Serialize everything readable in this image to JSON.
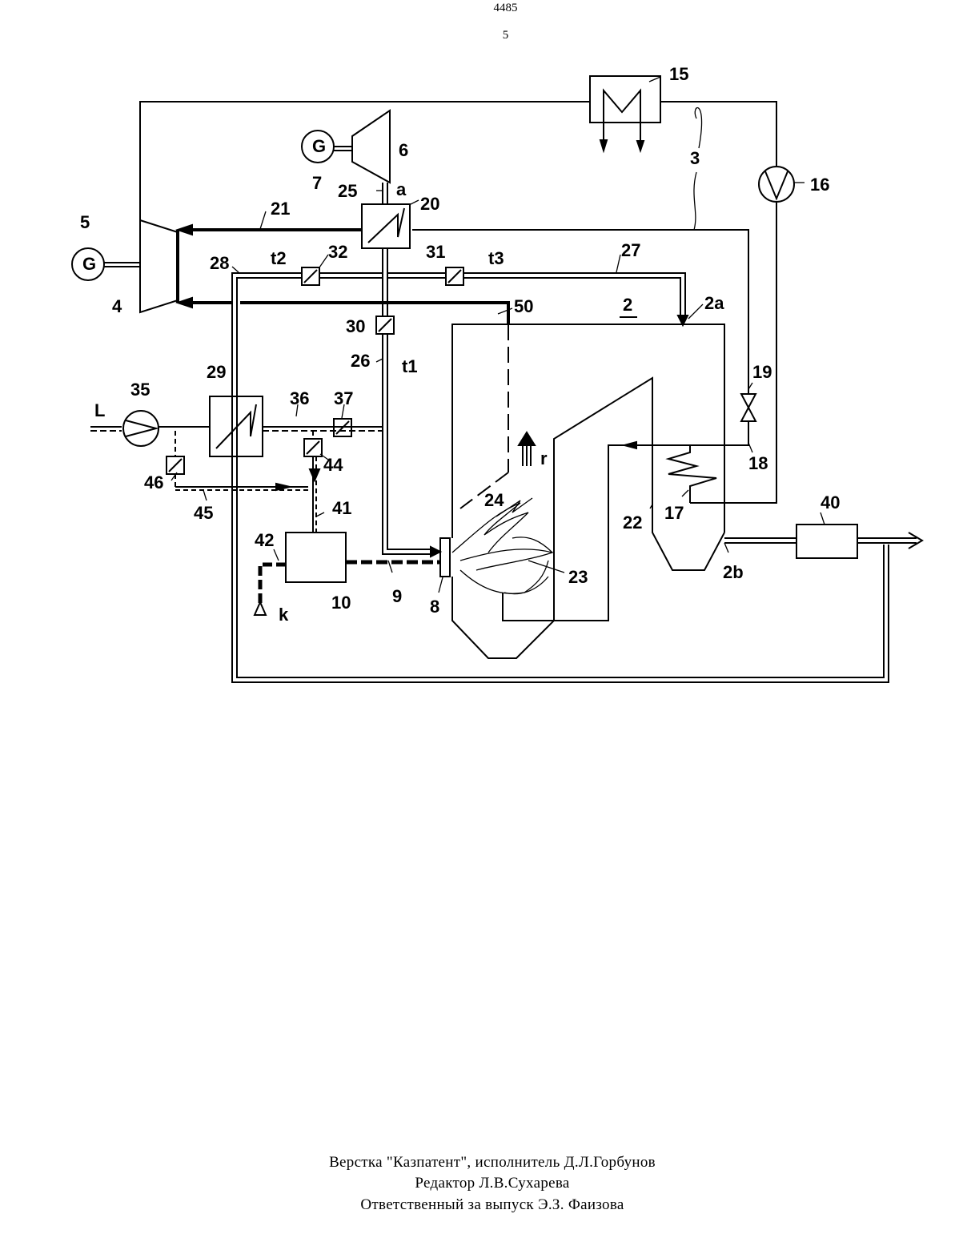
{
  "header": {
    "doc_number": "4485",
    "page_number": "5"
  },
  "diagram": {
    "labels": {
      "n15": "15",
      "n3": "3",
      "n16": "16",
      "n6": "6",
      "n7": "7",
      "g7": "G",
      "n25": "25",
      "a": "a",
      "n20": "20",
      "n21": "21",
      "n5": "5",
      "g5": "G",
      "n4": "4",
      "n28": "28",
      "t2": "t2",
      "n32": "32",
      "n31": "31",
      "t3": "t3",
      "n27": "27",
      "n2": "2",
      "n2a": "2a",
      "n50": "50",
      "n30": "30",
      "n26": "26",
      "t1": "t1",
      "n29": "29",
      "n35": "35",
      "L": "L",
      "n36": "36",
      "n37": "37",
      "n19": "19",
      "n18": "18",
      "n44": "44",
      "n46": "46",
      "n45": "45",
      "n41": "41",
      "r": "r",
      "n24": "24",
      "n22": "22",
      "n17": "17",
      "n40": "40",
      "n2b": "2b",
      "n42": "42",
      "n23": "23",
      "n10": "10",
      "n9": "9",
      "n8": "8",
      "k": "k"
    }
  },
  "footer": {
    "line1": "Верстка \"Казпатент\", исполнитель  Д.Л.Горбунов",
    "line2": "Редактор  Л.В.Сухарева",
    "line3": "Ответственный за выпуск Э.З. Фаизова"
  }
}
